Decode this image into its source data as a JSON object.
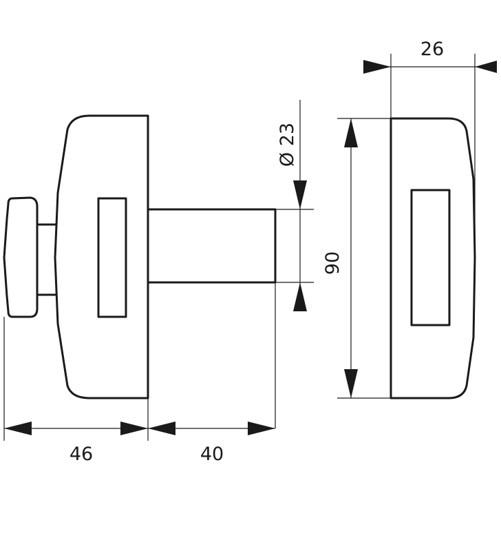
{
  "dimensions": {
    "base_width": "46",
    "spindle_length": "40",
    "spindle_diameter": "Ø 23",
    "height": "90",
    "depth": "26"
  }
}
